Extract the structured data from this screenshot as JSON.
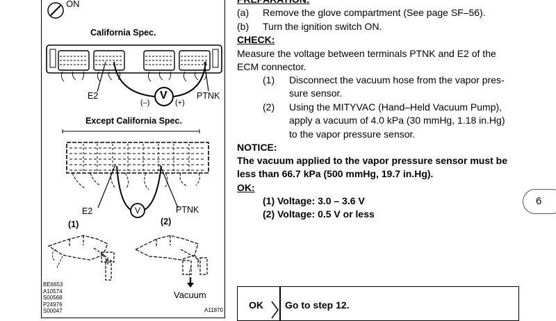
{
  "figure": {
    "on_label": "ON",
    "california_title": "California Spec.",
    "except_title": "Except California Spec.",
    "e2_label": "E2",
    "ptnk_label": "PTNK",
    "minus_label": "(–)",
    "plus_label": "(+)",
    "meter_symbol": "V",
    "step1_label": "(1)",
    "step2_label": "(2)",
    "vacuum_label": "Vacuum",
    "ref_codes": [
      "BE6653",
      "A10574",
      "S00568",
      "P24976",
      "S00047"
    ],
    "figure_id": "A11870"
  },
  "text": {
    "preparation_heading": "PREPARATION:",
    "prep_a_marker": "(a)",
    "prep_a": "Remove the glove compartment (See page SF–56).",
    "prep_b_marker": "(b)",
    "prep_b": "Turn the ignition switch ON.",
    "check_heading": "CHECK:",
    "check_line1": "Measure the voltage between terminals PTNK and E2 of the",
    "check_line2": "ECM connector.",
    "step1_marker": "(1)",
    "step1_line1": "Disconnect the vacuum hose from the vapor pres-",
    "step1_line2": "sure sensor.",
    "step2_marker": "(2)",
    "step2_line1": "Using the MITYVAC (Hand–Held Vacuum Pump),",
    "step2_line2": "apply a vacuum of 4.0 kPa (30 mmHg, 1.18 in.Hg)",
    "step2_line3": "to the vapor pressure sensor.",
    "notice_heading": "NOTICE:",
    "notice_line1": "The vacuum applied to the vapor pressure sensor must be",
    "notice_line2": "less than 66.7 kPa (500 mmHg, 19.7 in.Hg).",
    "ok_heading": "OK:",
    "ok_item1": "(1) Voltage: 3.0 – 3.6 V",
    "ok_item2": "(2) Voltage: 0.5 V or less"
  },
  "side_tab": {
    "label": "6"
  },
  "result": {
    "ok_label": "OK",
    "goto_text": "Go to step 12."
  }
}
